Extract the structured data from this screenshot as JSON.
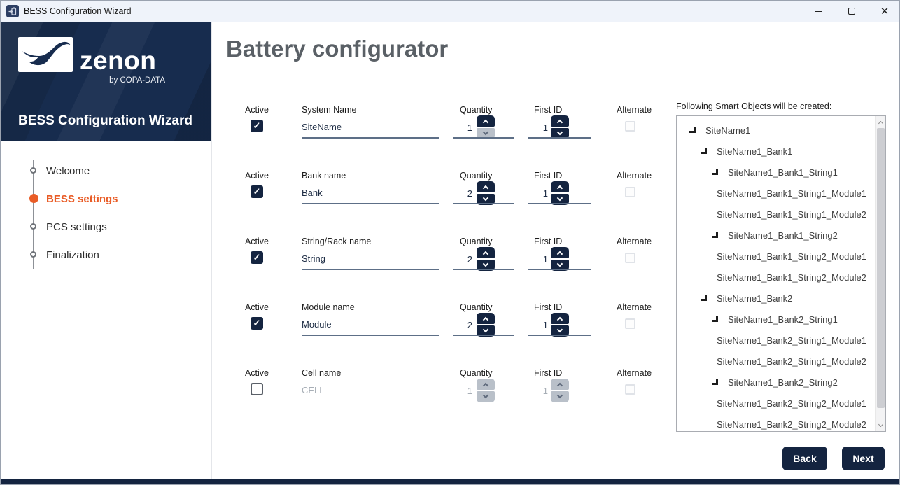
{
  "window": {
    "title": "BESS Configuration Wizard"
  },
  "icons": {
    "check": "✓",
    "close": "✕"
  },
  "colors": {
    "navy": "#142440",
    "sidebar_navy": "#172c4e",
    "accent_orange": "#e95c26",
    "underline": "#5d6f87",
    "heading_gray": "#5a6066"
  },
  "sidebar": {
    "brand": "zenon",
    "byline": "by COPA-DATA",
    "title": "BESS Configuration Wizard",
    "steps": [
      {
        "label": "Welcome",
        "state": "inactive"
      },
      {
        "label": "BESS settings",
        "state": "active"
      },
      {
        "label": "PCS settings",
        "state": "inactive"
      },
      {
        "label": "Finalization",
        "state": "inactive"
      }
    ]
  },
  "main": {
    "heading": "Battery configurator",
    "rows": [
      {
        "active_label": "Active",
        "active_checked": true,
        "name_label": "System Name",
        "name_value": "SiteName",
        "quantity_label": "Quantity",
        "quantity_value": "1",
        "quantity_down_enabled": false,
        "first_id_label": "First ID",
        "first_id_value": "1",
        "alternate_label": "Alternate",
        "alternate_checked": false,
        "enabled": true
      },
      {
        "active_label": "Active",
        "active_checked": true,
        "name_label": "Bank name",
        "name_value": "Bank",
        "quantity_label": "Quantity",
        "quantity_value": "2",
        "quantity_down_enabled": true,
        "first_id_label": "First ID",
        "first_id_value": "1",
        "alternate_label": "Alternate",
        "alternate_checked": false,
        "enabled": true
      },
      {
        "active_label": "Active",
        "active_checked": true,
        "name_label": "String/Rack name",
        "name_value": "String",
        "quantity_label": "Quantity",
        "quantity_value": "2",
        "quantity_down_enabled": true,
        "first_id_label": "First ID",
        "first_id_value": "1",
        "alternate_label": "Alternate",
        "alternate_checked": false,
        "enabled": true
      },
      {
        "active_label": "Active",
        "active_checked": true,
        "name_label": "Module name",
        "name_value": "Module",
        "quantity_label": "Quantity",
        "quantity_value": "2",
        "quantity_down_enabled": true,
        "first_id_label": "First ID",
        "first_id_value": "1",
        "alternate_label": "Alternate",
        "alternate_checked": false,
        "enabled": true
      },
      {
        "active_label": "Active",
        "active_checked": false,
        "name_label": "Cell name",
        "name_value": "CELL",
        "quantity_label": "Quantity",
        "quantity_value": "1",
        "quantity_down_enabled": false,
        "first_id_label": "First ID",
        "first_id_value": "1",
        "alternate_label": "Alternate",
        "alternate_checked": false,
        "enabled": false
      }
    ]
  },
  "preview": {
    "heading": "Following Smart Objects will be created:",
    "items": [
      {
        "label": "SiteName1",
        "level": 0,
        "expandable": true
      },
      {
        "label": "SiteName1_Bank1",
        "level": 1,
        "expandable": true
      },
      {
        "label": "SiteName1_Bank1_String1",
        "level": 2,
        "expandable": true
      },
      {
        "label": "SiteName1_Bank1_String1_Module1",
        "level": 3,
        "expandable": false
      },
      {
        "label": "SiteName1_Bank1_String1_Module2",
        "level": 3,
        "expandable": false
      },
      {
        "label": "SiteName1_Bank1_String2",
        "level": 2,
        "expandable": true
      },
      {
        "label": "SiteName1_Bank1_String2_Module1",
        "level": 3,
        "expandable": false
      },
      {
        "label": "SiteName1_Bank1_String2_Module2",
        "level": 3,
        "expandable": false
      },
      {
        "label": "SiteName1_Bank2",
        "level": 1,
        "expandable": true
      },
      {
        "label": "SiteName1_Bank2_String1",
        "level": 2,
        "expandable": true
      },
      {
        "label": "SiteName1_Bank2_String1_Module1",
        "level": 3,
        "expandable": false
      },
      {
        "label": "SiteName1_Bank2_String1_Module2",
        "level": 3,
        "expandable": false
      },
      {
        "label": "SiteName1_Bank2_String2",
        "level": 2,
        "expandable": true
      },
      {
        "label": "SiteName1_Bank2_String2_Module1",
        "level": 3,
        "expandable": false
      },
      {
        "label": "SiteName1_Bank2_String2_Module2",
        "level": 3,
        "expandable": false
      }
    ]
  },
  "footer": {
    "back": "Back",
    "next": "Next"
  }
}
